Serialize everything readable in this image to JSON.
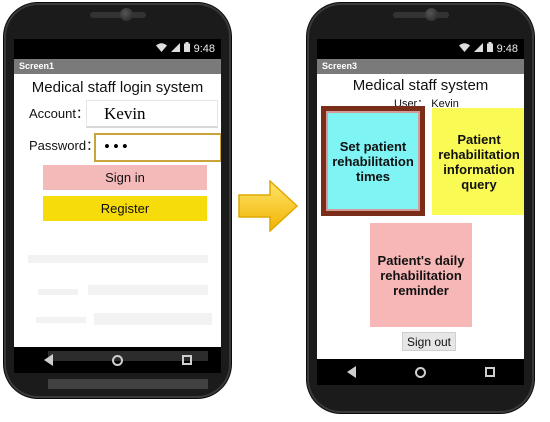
{
  "status": {
    "time": "9:48"
  },
  "screen1": {
    "titlebar": "Screen1",
    "title": "Medical staff login system",
    "account_label": "Account：",
    "account_value": "Kevin",
    "password_label": "Password：",
    "password_value": "•••",
    "signin_label": "Sign in",
    "register_label": "Register"
  },
  "screen3": {
    "titlebar": "Screen3",
    "title": "Medical staff system",
    "user_label": "User：",
    "user_value": "Kevin",
    "tile_set": "Set patient rehabilitation times",
    "tile_query": "Patient rehabilitation information query",
    "tile_reminder": "Patient's daily rehabilitation reminder",
    "signout_label": "Sign out"
  },
  "colors": {
    "signin": "#f4b9b9",
    "register": "#f5dc0a",
    "tile_set": "#7ef4f4",
    "tile_set_border": "#7a2e1a",
    "tile_query": "#fafa55",
    "tile_reminder": "#f7b7b7",
    "arrow": "#f5c400"
  },
  "icons": [
    "wifi-icon",
    "signal-icon",
    "battery-icon",
    "back-icon",
    "home-icon",
    "recents-icon",
    "arrow-right-icon"
  ]
}
